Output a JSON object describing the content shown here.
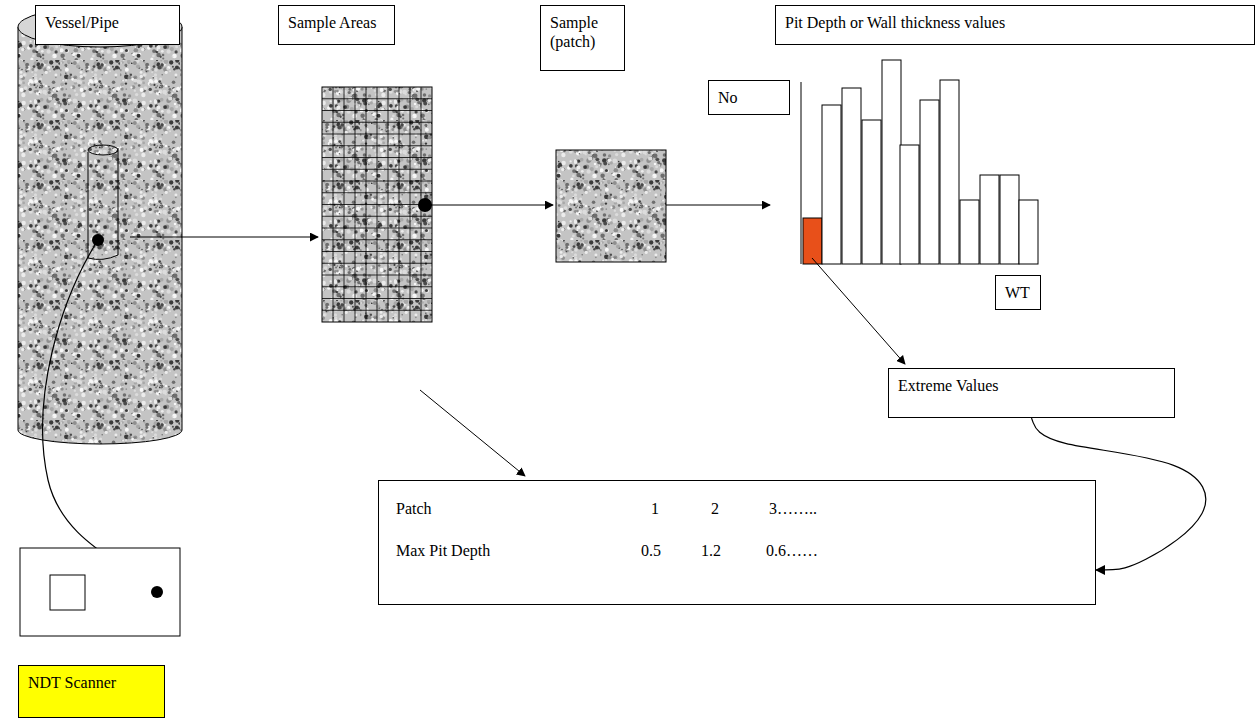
{
  "diagram": {
    "nodes": [
      {
        "text": [
          "Vessel/Pipe"
        ]
      },
      {
        "text": [
          "Sample Areas"
        ]
      },
      {
        "text": [
          "Sample (patch)"
        ]
      },
      {
        "text": [
          "Pit Depth or Wall thickness values"
        ]
      },
      {
        "text": [
          "No"
        ]
      },
      {
        "text": [
          "WT"
        ]
      },
      {
        "text": [
          "Extreme Values"
        ]
      },
      {
        "text": [
          "Patch",
          "1",
          "2",
          "3……..",
          "Max Pit Depth",
          "0.5",
          "1.2",
          "0.6……"
        ]
      },
      {
        "text": [
          "NDT Scanner"
        ]
      }
    ],
    "edges": [
      {
        "from": 6,
        "to": 7,
        "arrow": "to"
      }
    ]
  }
}
